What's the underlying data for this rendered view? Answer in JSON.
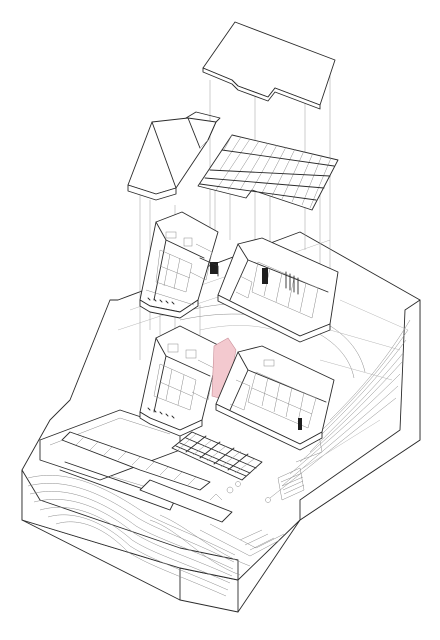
{
  "diagram": {
    "kind": "exploded axonometric architectural drawing",
    "colors": {
      "line": "#2b2b2b",
      "thin_line": "#8a8a8a",
      "faint_line": "#b5b5b5",
      "accent_pink": "#f3c9cf",
      "panel_dark": "#1e1e1e",
      "background": "#ffffff"
    },
    "layers": [
      "upper-roof-plate",
      "pitched-roof",
      "roof-rafter-frame",
      "upper-volume-left",
      "upper-volume-right",
      "lower-volume-left",
      "lower-volume-right",
      "solar-panel-array",
      "site-terrain-block"
    ]
  }
}
